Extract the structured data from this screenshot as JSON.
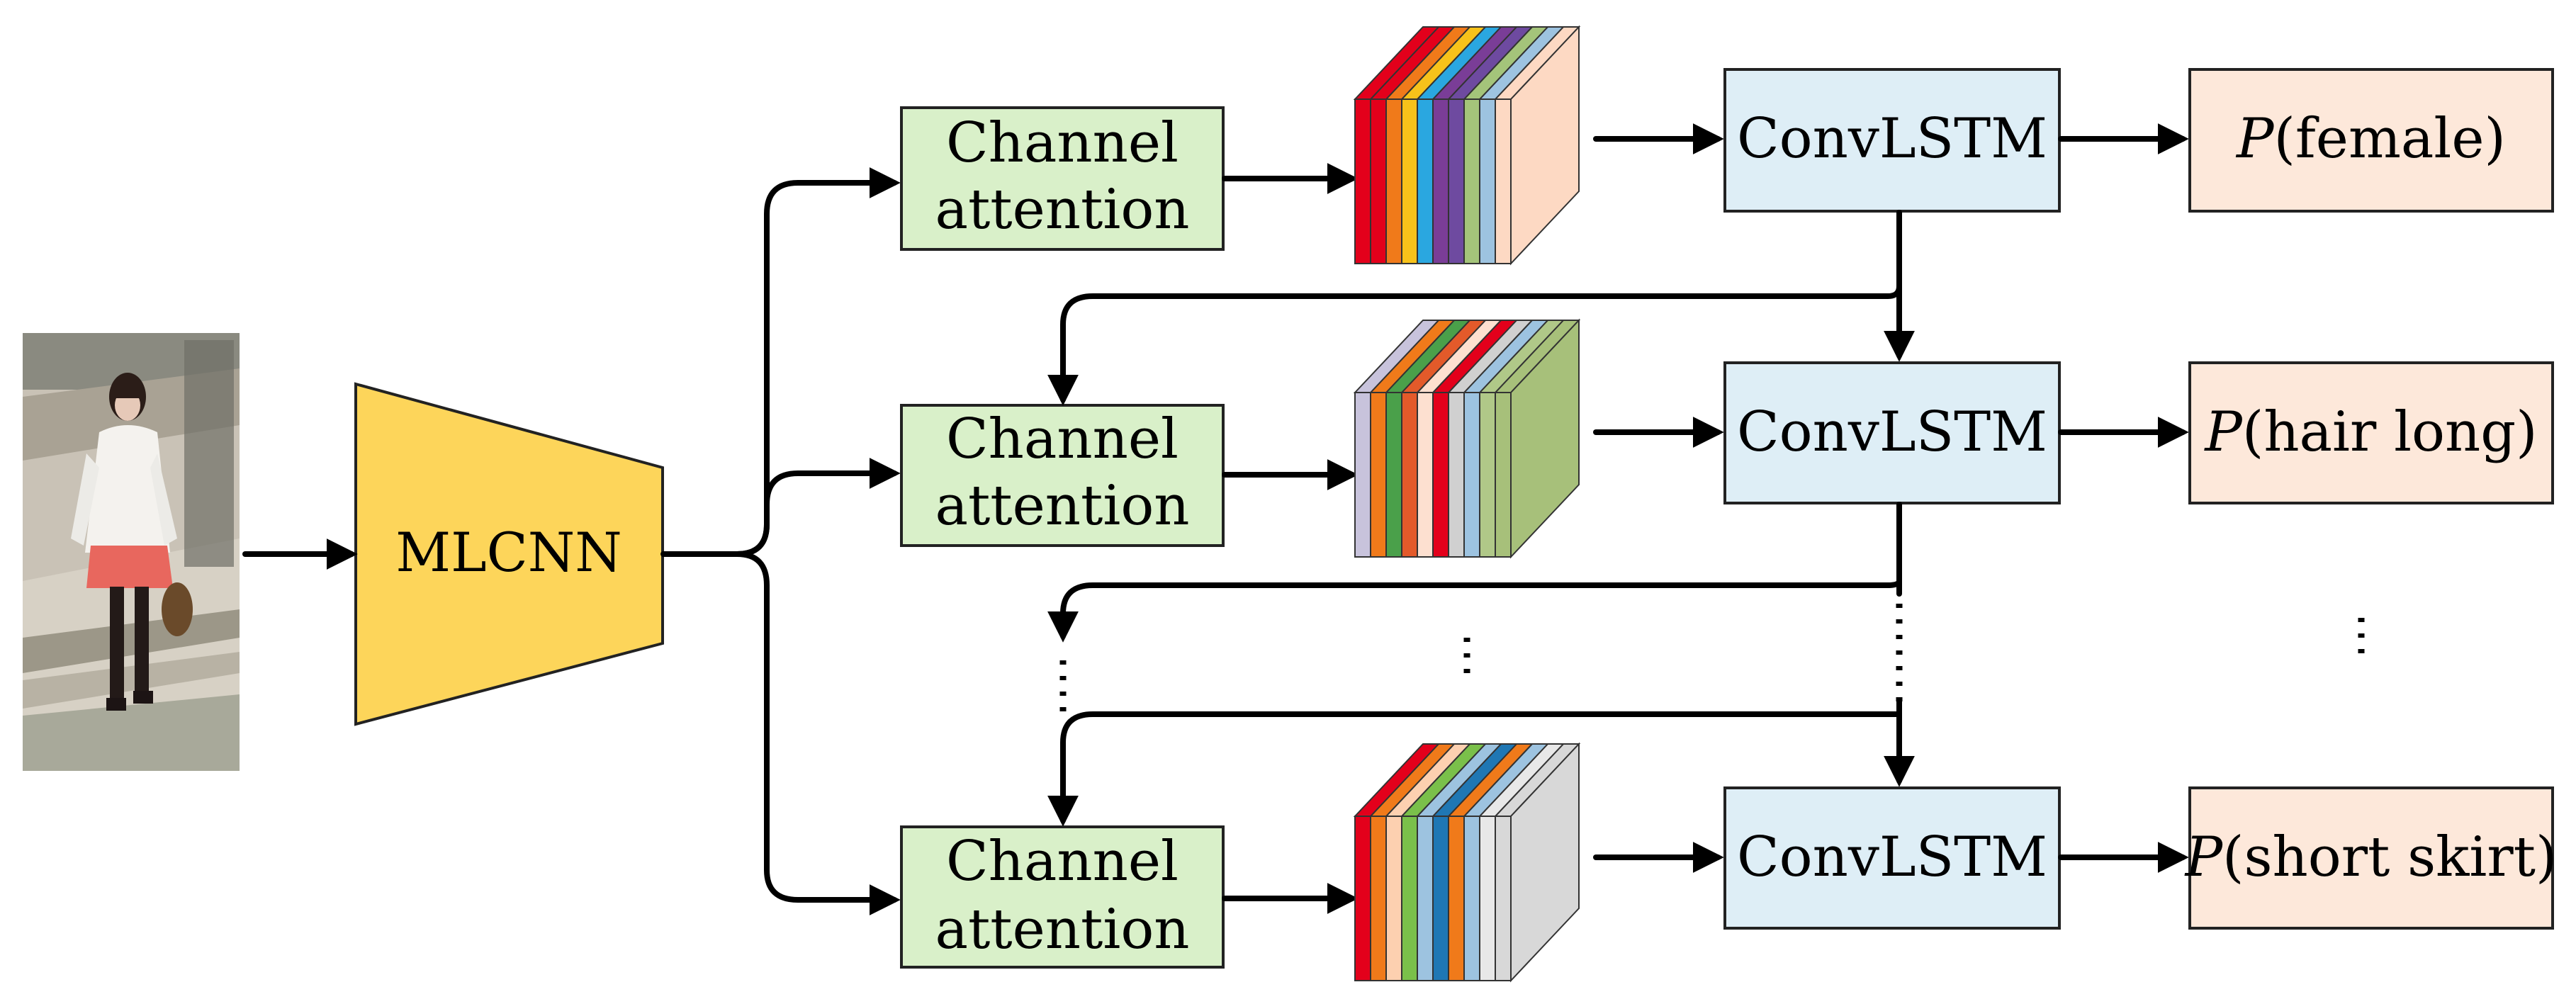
{
  "input": {
    "image_icon": "pedestrian-photo"
  },
  "backbone": {
    "label": "MLCNN",
    "color": "#fdd55a"
  },
  "attention_blocks": [
    {
      "line1": "Channel",
      "line2": "attention"
    },
    {
      "line1": "Channel",
      "line2": "attention"
    },
    {
      "line1": "Channel",
      "line2": "attention"
    }
  ],
  "lstm_blocks": [
    {
      "label": "ConvLSTM"
    },
    {
      "label": "ConvLSTM"
    },
    {
      "label": "ConvLSTM"
    }
  ],
  "outputs": [
    {
      "p": "P",
      "attr": "(female)"
    },
    {
      "p": "P",
      "attr": "(hair long)"
    },
    {
      "p": "P",
      "attr": "(short skirt)"
    }
  ],
  "feature_stacks": [
    {
      "colors": [
        "#e3001b",
        "#e3001b",
        "#f07a1a",
        "#f7c21a",
        "#2aa7e0",
        "#7a3d97",
        "#6e4aa0",
        "#a4c47a",
        "#9dc3e0",
        "#fdd9c3"
      ]
    },
    {
      "colors": [
        "#c8c3dc",
        "#f07a1a",
        "#4aa04a",
        "#e35a2a",
        "#fde0d0",
        "#e3001b",
        "#d0d0d0",
        "#9dc3e0",
        "#b0c888",
        "#a7c07a"
      ]
    },
    {
      "colors": [
        "#e3001b",
        "#f07a1a",
        "#fdd0b0",
        "#7ac04a",
        "#9dc3e0",
        "#1f77b4",
        "#f07a1a",
        "#9dc3e0",
        "#e8e8e8",
        "#d8d8d8"
      ]
    }
  ]
}
